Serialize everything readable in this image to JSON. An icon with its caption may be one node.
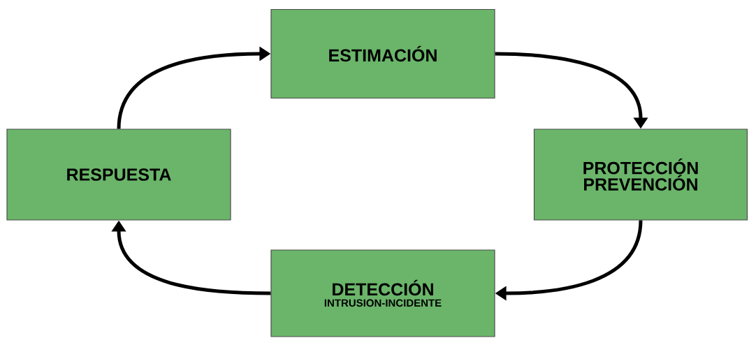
{
  "diagram": {
    "nodes": [
      {
        "text": [
          "ESTIMACIÓN"
        ]
      },
      {
        "text": [
          "PROTECCIÓN PREVENCIÓN"
        ]
      },
      {
        "text": [
          "DETECCIÓN",
          "INTRUSION-INCIDENTE"
        ]
      },
      {
        "text": [
          "RESPUESTA"
        ]
      }
    ],
    "edges": [
      {
        "from": 0,
        "to": 1,
        "arrow": "to"
      },
      {
        "from": 1,
        "to": 2,
        "arrow": "to"
      },
      {
        "from": 2,
        "to": 3,
        "arrow": "to"
      },
      {
        "from": 3,
        "to": 0,
        "arrow": "to"
      }
    ]
  }
}
